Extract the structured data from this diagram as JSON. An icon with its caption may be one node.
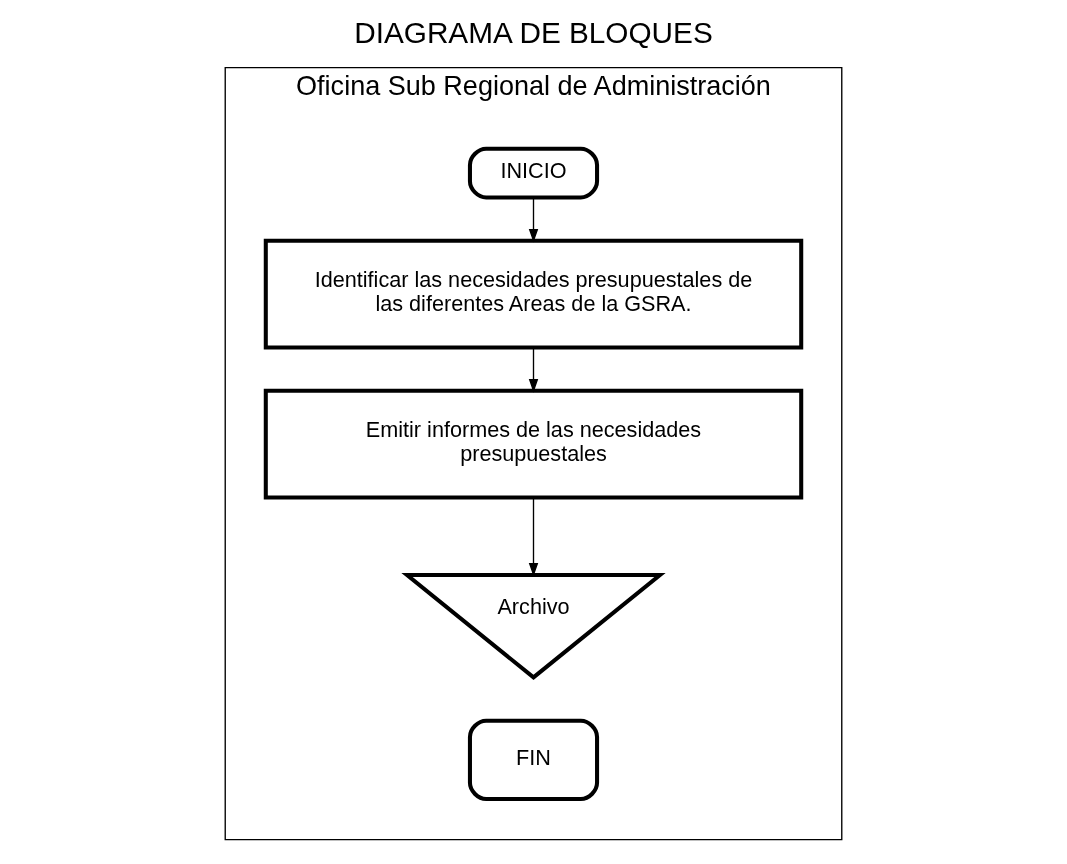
{
  "diagram": {
    "title": "DIAGRAMA DE BLOQUES",
    "nodes": [
      {
        "text": [
          "Oficina Sub Regional de Administración"
        ]
      },
      {
        "text": [
          "INICIO"
        ],
        "in": 0
      },
      {
        "text": [
          "Identificar las necesidades presupuestales de las diferentes Areas de la GSRA."
        ],
        "in": 0
      },
      {
        "text": [
          "Emitir informes de las necesidades presupuestales"
        ],
        "in": 0
      },
      {
        "text": [
          "Archivo"
        ],
        "in": 0
      },
      {
        "text": [
          "FIN"
        ],
        "in": 0
      }
    ],
    "edges": [
      {
        "from": 1,
        "to": 2,
        "arrow": "to"
      },
      {
        "from": 2,
        "to": 3,
        "arrow": "to"
      },
      {
        "from": 3,
        "to": 4,
        "arrow": "to"
      }
    ]
  }
}
